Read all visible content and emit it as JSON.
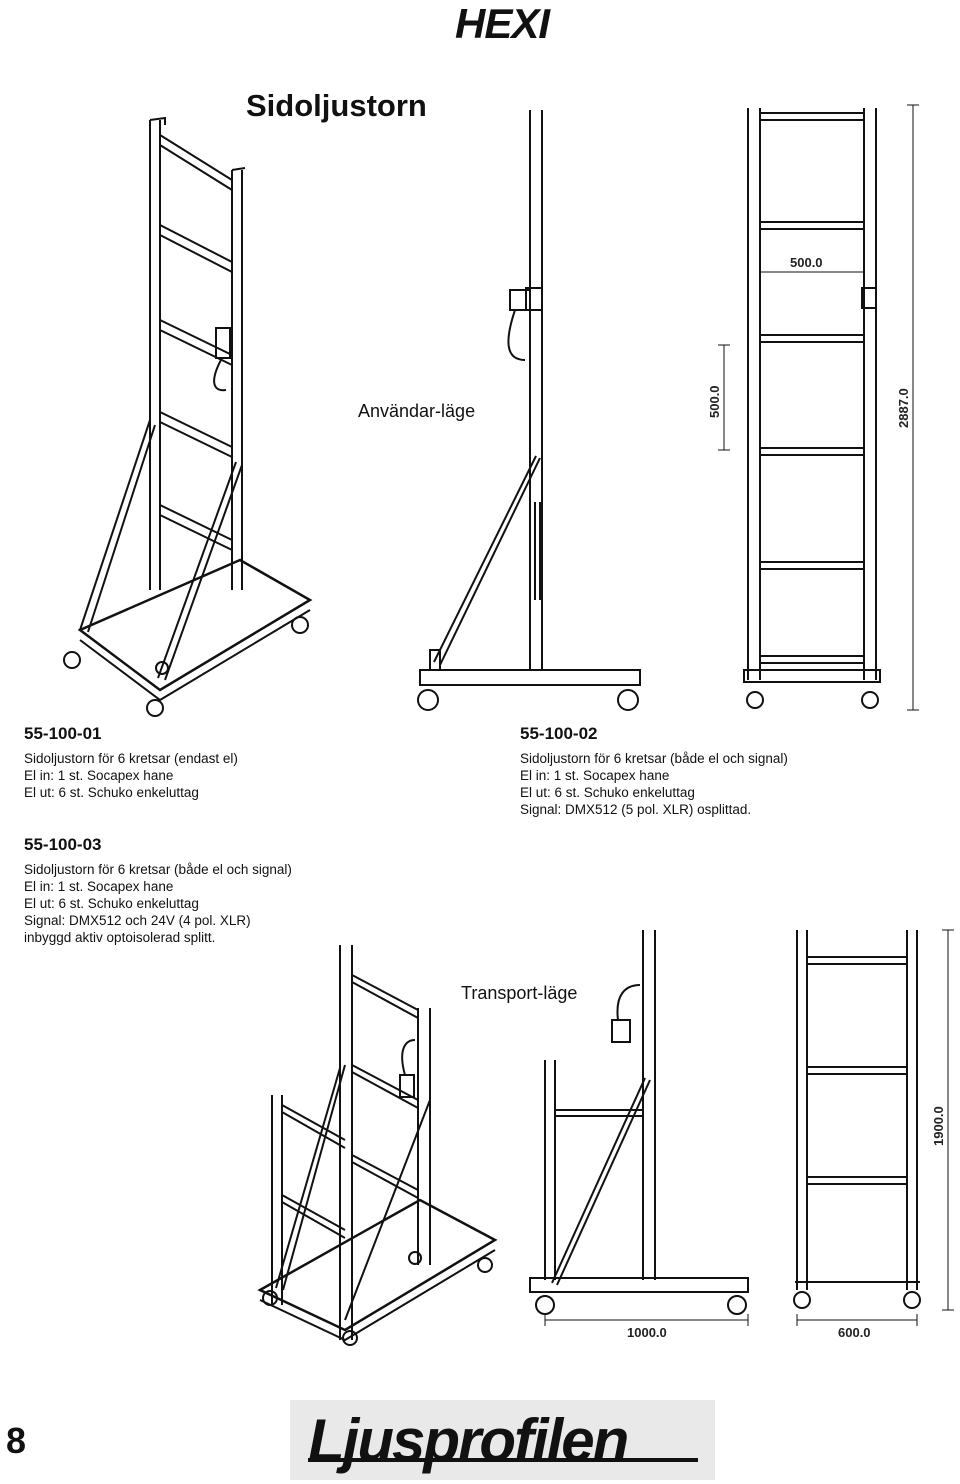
{
  "header": {
    "brand": "HEXI",
    "title": "Sidoljustorn"
  },
  "modes": {
    "user_mode": "Användar-läge",
    "transport_mode": "Transport-läge"
  },
  "products": [
    {
      "code": "55-100-01",
      "lines": [
        "Sidoljustorn för 6 kretsar (endast el)",
        "El in: 1 st. Socapex hane",
        "El ut: 6 st. Schuko enkeluttag"
      ]
    },
    {
      "code": "55-100-02",
      "lines": [
        "Sidoljustorn för 6 kretsar (både el och signal)",
        "El in: 1 st. Socapex hane",
        "El ut: 6 st. Schuko enkeluttag",
        "Signal: DMX512 (5 pol. XLR) osplittad."
      ]
    },
    {
      "code": "55-100-03",
      "lines": [
        "Sidoljustorn för 6 kretsar (både el och signal)",
        "El in: 1 st. Socapex hane",
        "El ut: 6 st. Schuko enkeluttag",
        "Signal: DMX512 och 24V (4 pol. XLR)",
        "inbyggd aktiv optoisolerad splitt."
      ]
    }
  ],
  "dimensions": {
    "user_width": "500.0",
    "user_rung_spacing": "500.0",
    "user_height": "2887.0",
    "transport_height": "1900.0",
    "transport_base_depth": "1000.0",
    "transport_width": "600.0"
  },
  "footer": {
    "page_number": "8",
    "logo": "Ljusprofilen"
  }
}
